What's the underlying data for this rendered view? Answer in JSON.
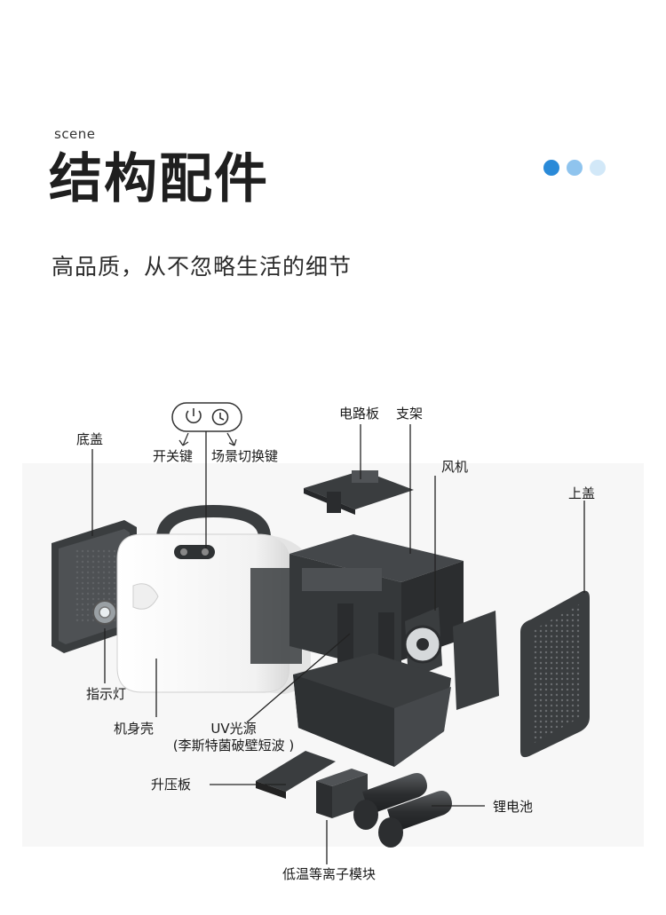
{
  "header": {
    "eyebrow": "scene",
    "title": "结构配件",
    "subtitle": "高品质，从不忽略生活的细节"
  },
  "pager": {
    "dot_colors": [
      "#2a8ad8",
      "#8fc4ee",
      "#d2e8f8"
    ]
  },
  "labels": {
    "bottom_cover": "底盖",
    "power_switch": "开关键",
    "scene_switch": "场景切换键",
    "circuit_board": "电路板",
    "bracket": "支架",
    "fan": "风机",
    "top_cover": "上盖",
    "indicator": "指示灯",
    "body_shell": "机身壳",
    "uv_light": "UV光源",
    "uv_light_note": "(李斯特菌破壁短波 )",
    "boost_board": "升压板",
    "battery": "锂电池",
    "ion_module": "低温等离子模块"
  },
  "colors": {
    "dark_part": "#3a3d3f",
    "shell_white": "#ffffff"
  },
  "icons": [
    "power-icon",
    "clock-icon"
  ]
}
